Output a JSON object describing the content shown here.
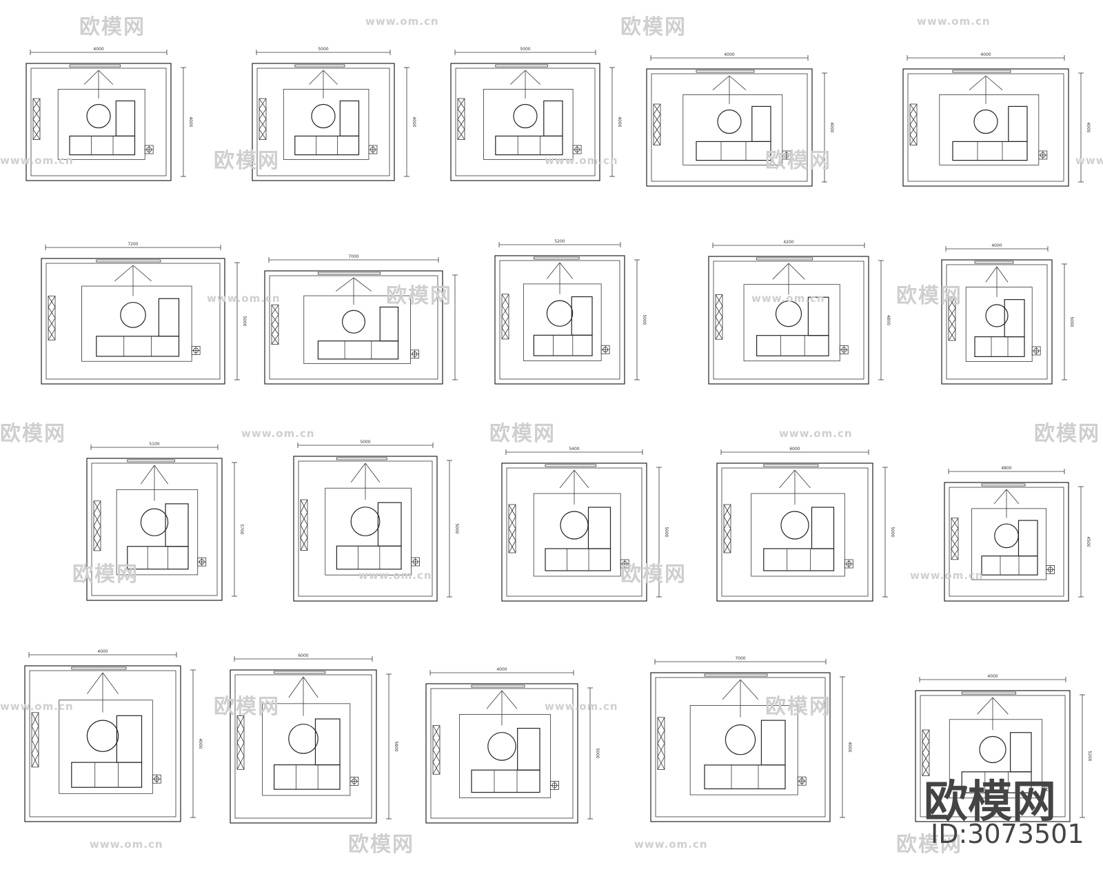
{
  "watermark": {
    "brand": "欧模网",
    "url": "www.om.cn"
  },
  "brand_mark": {
    "name": "欧模网",
    "id": "ID:3073501"
  },
  "plans": [
    {
      "dim_top": "4000",
      "dim_side": "4000"
    },
    {
      "dim_top": "5000",
      "dim_side": "4000"
    },
    {
      "dim_top": "5000",
      "dim_side": "4000"
    },
    {
      "dim_top": "4000",
      "dim_side": "4000"
    },
    {
      "dim_top": "4000",
      "dim_side": "4000"
    },
    {
      "dim_top": "7200",
      "dim_side": "5000"
    },
    {
      "dim_top": "7000",
      "dim_side": ""
    },
    {
      "dim_top": "5200",
      "dim_side": "5000"
    },
    {
      "dim_top": "4200",
      "dim_side": "4800"
    },
    {
      "dim_top": "4000",
      "dim_side": "5000"
    },
    {
      "dim_top": "5100",
      "dim_side": "5700"
    },
    {
      "dim_top": "5000",
      "dim_side": "5000"
    },
    {
      "dim_top": "5400",
      "dim_side": "5000"
    },
    {
      "dim_top": "6000",
      "dim_side": "5000"
    },
    {
      "dim_top": "4800",
      "dim_side": "4500"
    },
    {
      "dim_top": "4000",
      "dim_side": "4000"
    },
    {
      "dim_top": "6000",
      "dim_side": "5800"
    },
    {
      "dim_top": "4000",
      "dim_side": "5000"
    },
    {
      "dim_top": "7000",
      "dim_side": "4000"
    },
    {
      "dim_top": "4000",
      "dim_side": "5200"
    }
  ]
}
